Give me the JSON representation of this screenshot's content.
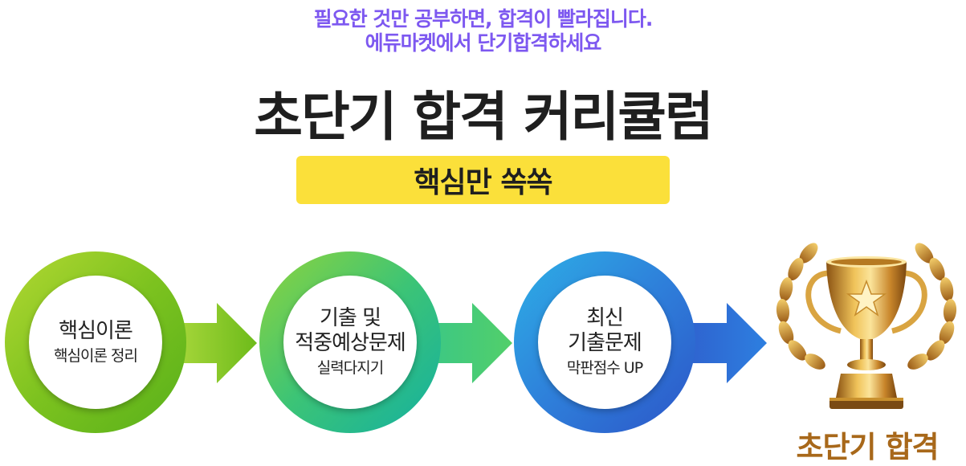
{
  "header": {
    "subtitle_line1": "필요한 것만 공부하면, 합격이 빨라집니다.",
    "subtitle_line2": "에듀마켓에서 단기합격하세요",
    "title": "초단기 합격 커리큘럼",
    "highlight": "핵심만 쏙쏙"
  },
  "steps": [
    {
      "title_lines": [
        "핵심이론"
      ],
      "subtitle": "핵심이론 정리"
    },
    {
      "title_lines": [
        "기출 및",
        "적중예상문제"
      ],
      "subtitle": "실력다지기"
    },
    {
      "title_lines": [
        "최신",
        "기출문제"
      ],
      "subtitle": "막판점수 UP"
    }
  ],
  "result": {
    "label": "초단기 합격",
    "icon": "trophy-icon"
  },
  "colors": {
    "subtitle": "#7d58f0",
    "highlight_bg": "#fbe03a",
    "step1": "#7cc21f",
    "step2": "#24b88c",
    "step3": "#2e7fda",
    "result": "#a8681a"
  }
}
